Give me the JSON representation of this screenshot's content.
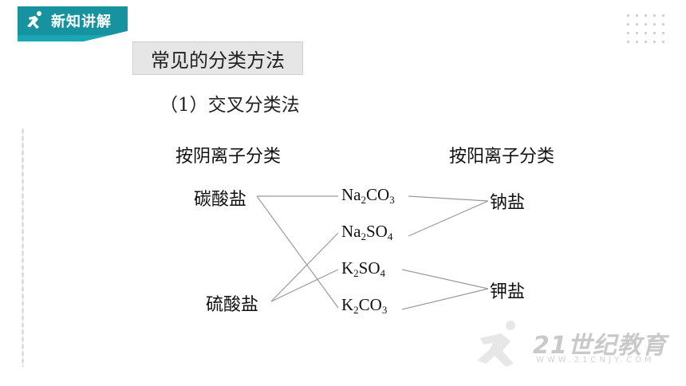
{
  "banner": {
    "title": "新知讲解",
    "icon": "runner-icon",
    "color": "#16939f"
  },
  "section": {
    "title": "常见的分类方法"
  },
  "subtitle": "（1）交叉分类法",
  "columns": {
    "anion_head": "按阴离子分类",
    "cation_head": "按阳离子分类"
  },
  "anion_groups": [
    {
      "label": "碳酸盐"
    },
    {
      "label": "硫酸盐"
    }
  ],
  "compounds": [
    {
      "base": "Na",
      "n1": "2",
      "mid": "CO",
      "n2": "3"
    },
    {
      "base": "Na",
      "n1": "2",
      "mid": "SO",
      "n2": "4"
    },
    {
      "base": "K",
      "n1": "2",
      "mid": "SO",
      "n2": "4"
    },
    {
      "base": "K",
      "n1": "2",
      "mid": "CO",
      "n2": "3"
    }
  ],
  "cation_groups": [
    {
      "label": "钠盐"
    },
    {
      "label": "钾盐"
    }
  ],
  "watermark": {
    "text": "21世纪教育",
    "url": "WWW.21CNJY.COM"
  }
}
